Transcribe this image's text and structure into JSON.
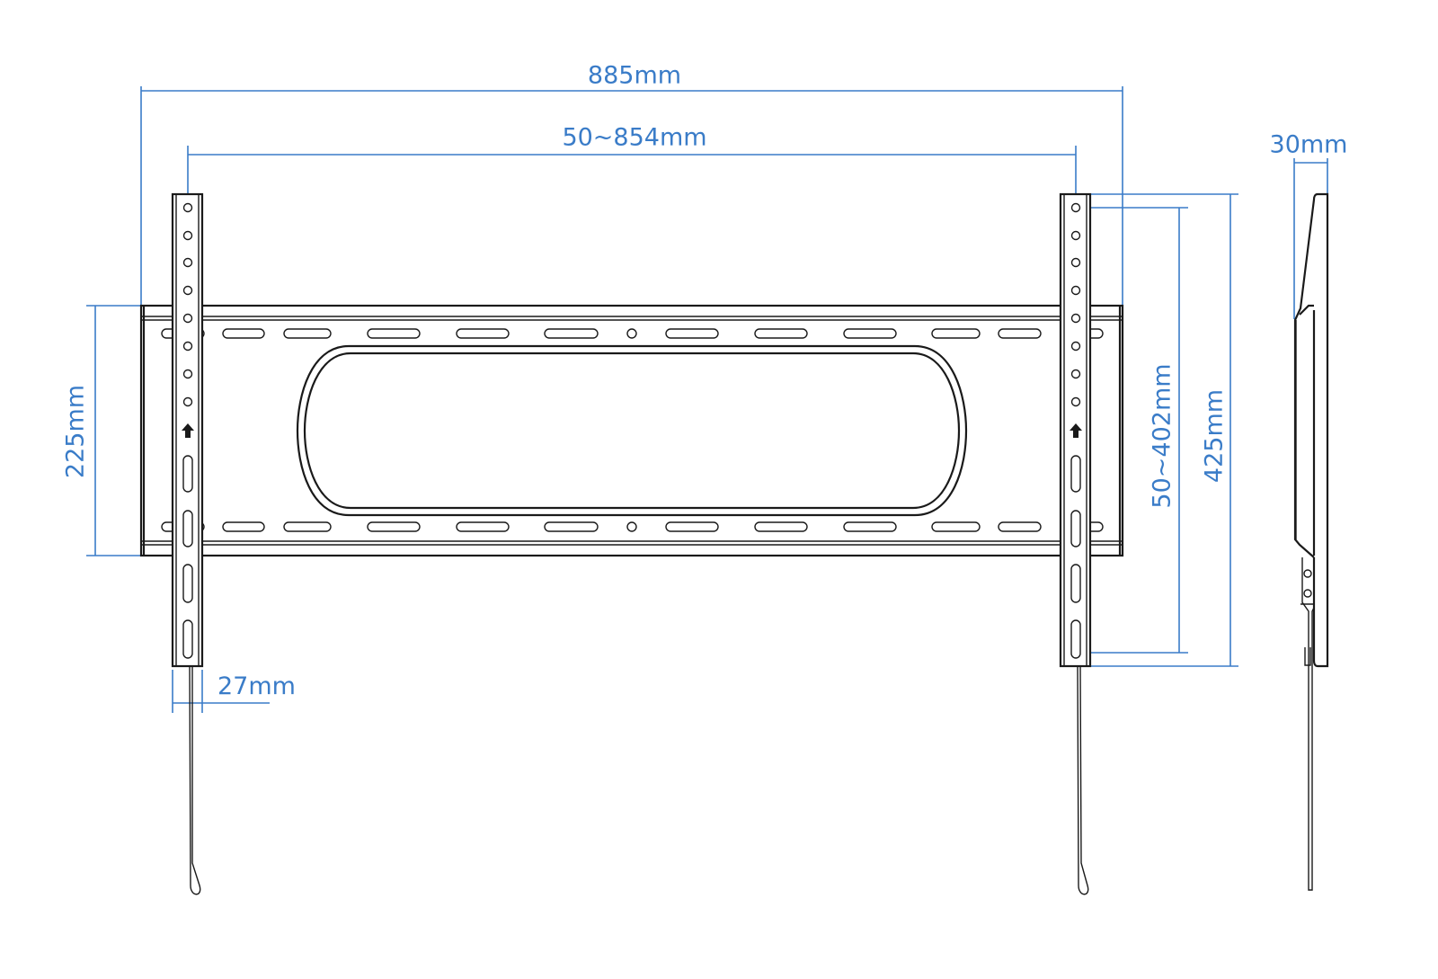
{
  "dimensions": {
    "overall_width": "885mm",
    "hole_spacing_horizontal": "50~854mm",
    "plate_height": "225mm",
    "arm_width": "27mm",
    "hole_spacing_vertical": "50~402mm",
    "arm_height": "425mm",
    "depth": "30mm"
  },
  "colors": {
    "dimension": "#3a7cc8",
    "outline": "#1a1a1a"
  }
}
